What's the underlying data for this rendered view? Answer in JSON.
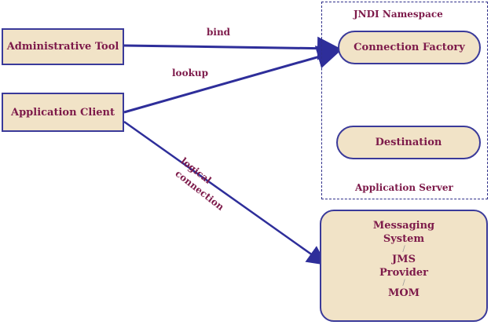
{
  "nodes": {
    "admin_tool": "Administrative Tool",
    "app_client": "Application Client",
    "connection_factory": "Connection Factory",
    "destination": "Destination",
    "jndi_namespace": "JNDI Namespace",
    "application_server": "Application Server",
    "messaging": {
      "line1": "Messaging",
      "line2": "System",
      "sep1": "/",
      "line3": "JMS",
      "line4": "Provider",
      "sep2": "/",
      "line5": "MOM"
    }
  },
  "edges": {
    "bind": "bind",
    "lookup": "lookup",
    "logical_1": "logical",
    "logical_2": "connection"
  },
  "colors": {
    "box_fill": "#f1e3c7",
    "box_border": "#3a3a9a",
    "text": "#7d1a4a",
    "arrow": "#2e2e9a"
  }
}
